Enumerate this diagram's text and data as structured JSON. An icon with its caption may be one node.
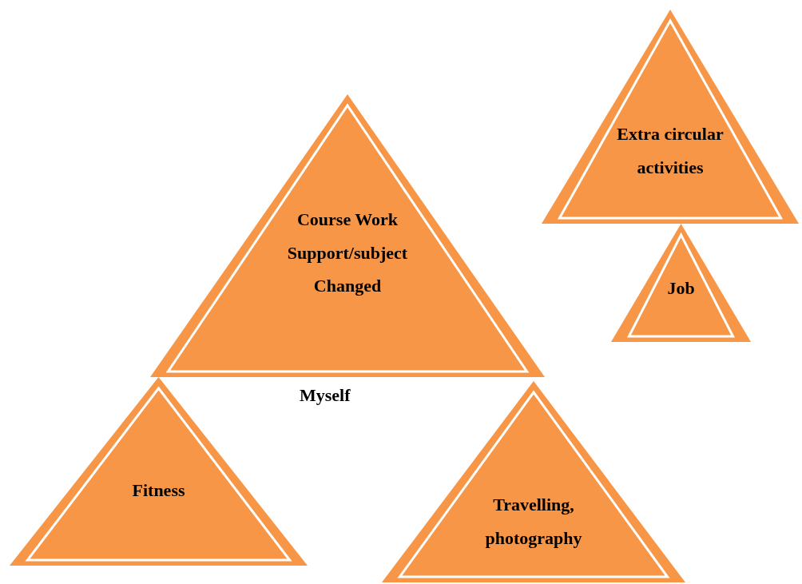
{
  "diagram": {
    "nodes": [
      {
        "text": [
          "Course Work Support/subject Changed"
        ]
      },
      {
        "text": [
          "Extra circular activities"
        ]
      },
      {
        "text": [
          "Job"
        ]
      },
      {
        "text": [
          "Fitness"
        ]
      },
      {
        "text": [
          "Travelling, photography"
        ]
      }
    ],
    "labels": [
      "Myself"
    ]
  }
}
